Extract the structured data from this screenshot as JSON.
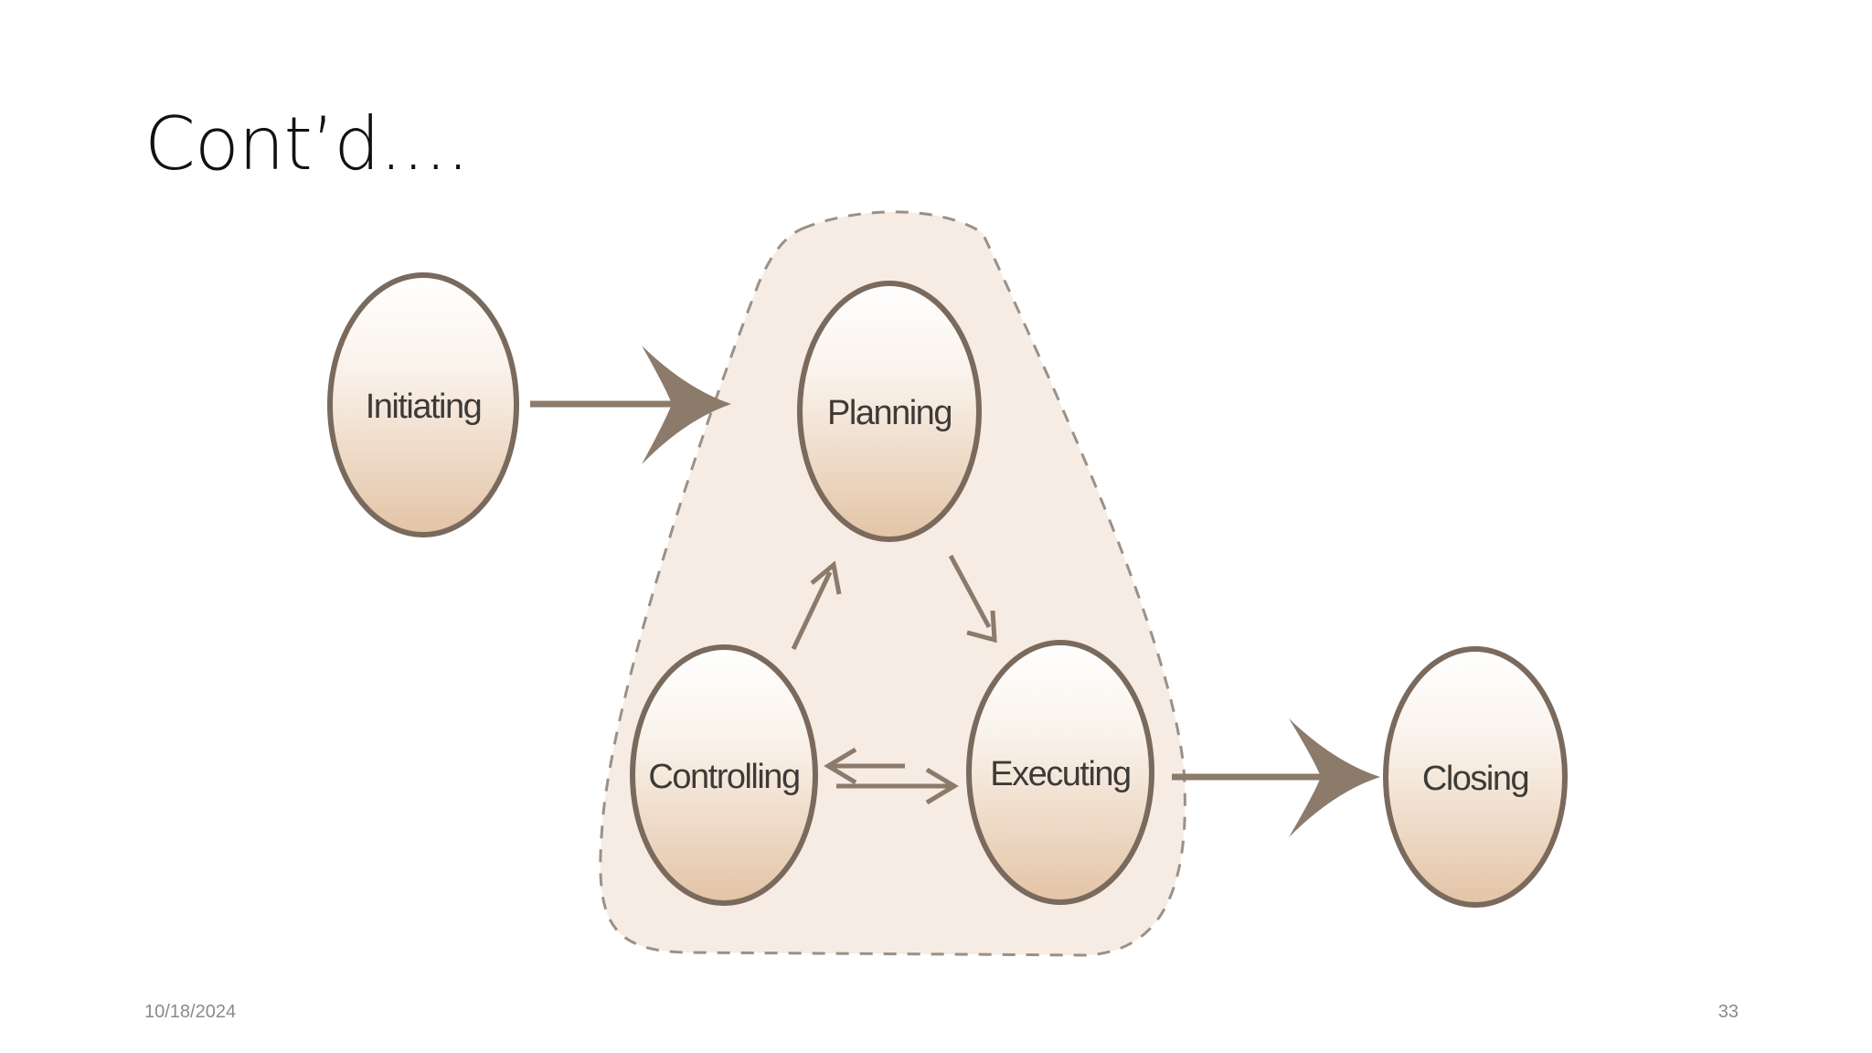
{
  "slide": {
    "title": "Cont’d....",
    "date": "10/18/2024",
    "page_number": "33"
  },
  "diagram": {
    "nodes": [
      {
        "id": "initiating",
        "label": "Initiating"
      },
      {
        "id": "planning",
        "label": "Planning"
      },
      {
        "id": "executing",
        "label": "Executing"
      },
      {
        "id": "controlling",
        "label": "Controlling"
      },
      {
        "id": "closing",
        "label": "Closing"
      }
    ],
    "edges": [
      {
        "from": "initiating",
        "to": "planning"
      },
      {
        "from": "planning",
        "to": "executing"
      },
      {
        "from": "controlling",
        "to": "planning"
      },
      {
        "from": "executing",
        "to": "controlling"
      },
      {
        "from": "controlling",
        "to": "executing"
      },
      {
        "from": "executing",
        "to": "closing"
      }
    ],
    "colors": {
      "node_fill_top": "#ffffff",
      "node_fill_bottom": "#e6c9ad",
      "node_stroke": "#7a6a5d",
      "group_fill": "#f6ece3",
      "group_stroke": "#9a9088",
      "arrow": "#8c7a6b"
    }
  }
}
